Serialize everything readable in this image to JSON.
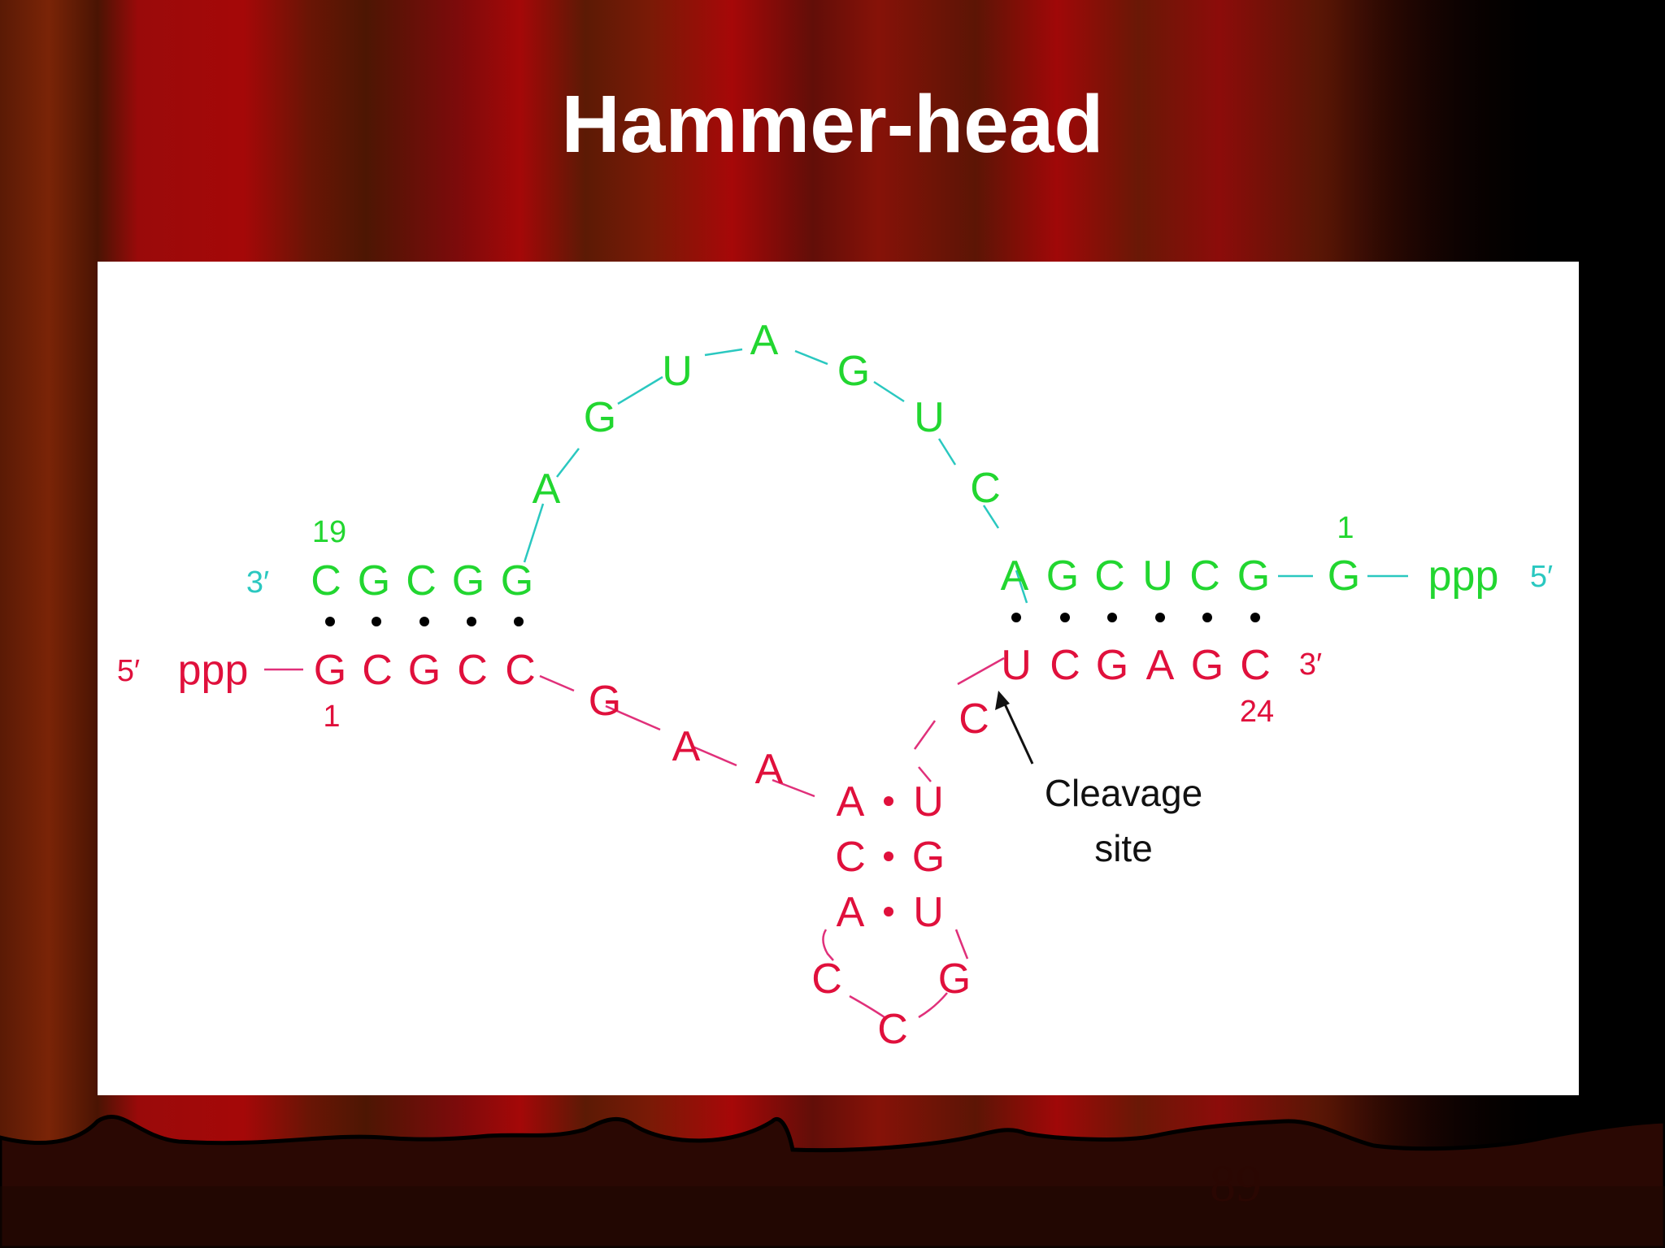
{
  "slide": {
    "title": "Hammer-head",
    "page_number": "89"
  },
  "colors": {
    "substrate_strand": "#22d630",
    "ribozyme_strand": "#e0103c",
    "connector_green": "#2ac8c0",
    "connector_red": "#e0307a",
    "pair_dot": "#000000",
    "background_curtain": "#8a0a0a",
    "panel": "#ffffff"
  },
  "diagram": {
    "green_strand": {
      "left_end_label": "3′",
      "left_number": "19",
      "left_helix": [
        "C",
        "G",
        "C",
        "G",
        "G"
      ],
      "loop": [
        "A",
        "G",
        "U",
        "A",
        "G",
        "U",
        "C"
      ],
      "right_helix": [
        "A",
        "G",
        "C",
        "U",
        "C",
        "G"
      ],
      "extra_base": "G",
      "right_number": "1",
      "right_cap": "ppp",
      "right_end_label": "5′"
    },
    "red_strand": {
      "left_end_label": "5′",
      "left_cap": "ppp",
      "left_helix": [
        "G",
        "C",
        "G",
        "C",
        "C"
      ],
      "left_number": "1",
      "linker": [
        "G",
        "A",
        "A"
      ],
      "stem_left": [
        "A",
        "C",
        "A"
      ],
      "hairpin_loop": [
        "C",
        "C",
        "G"
      ],
      "stem_right": [
        "U",
        "G",
        "U"
      ],
      "linker_right": "C",
      "right_helix": [
        "U",
        "C",
        "G",
        "A",
        "G",
        "C"
      ],
      "right_end_label": "3′",
      "right_number": "24"
    },
    "annotation": {
      "line1": "Cleavage",
      "line2": "site"
    }
  }
}
